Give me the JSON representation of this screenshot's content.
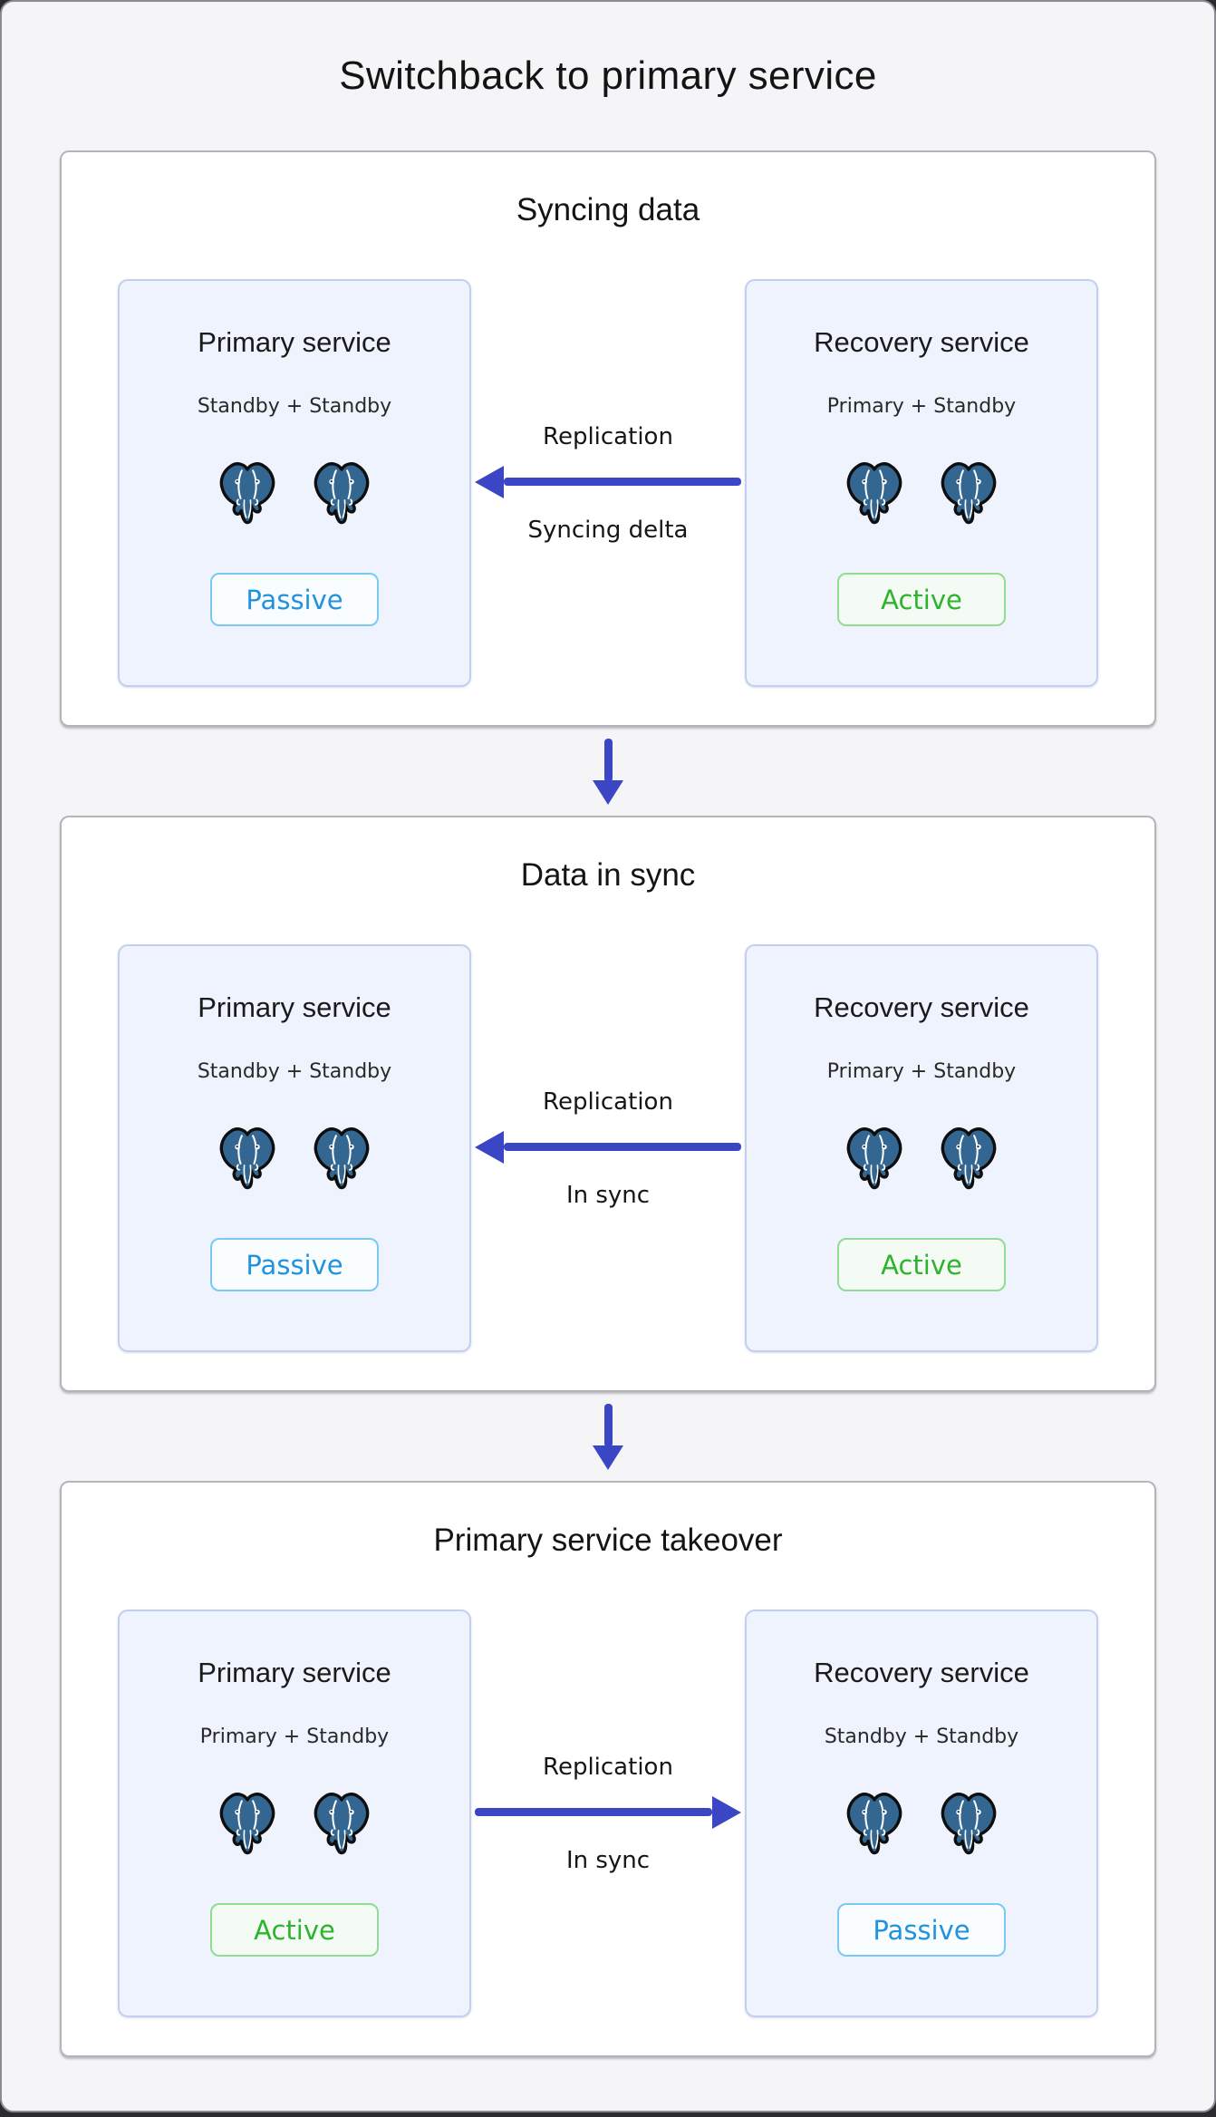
{
  "page": {
    "title": "Switchback to primary service"
  },
  "colors": {
    "page_bg": "#f5f5f7",
    "stage_bg": "#ffffff",
    "stage_border": "#b4b5ba",
    "card_bg": "#eff3fd",
    "card_border": "#c3cfef",
    "arrow": "#3a46c3",
    "passive_text": "#2193dc",
    "passive_border": "#79c9f0",
    "active_text": "#2db32d",
    "active_border": "#8fdc92",
    "elephant": "#336791",
    "ink": "#141414"
  },
  "icons": {
    "elephant": "postgresql-elephant-icon",
    "arrow_down": "flow-arrow-down-icon",
    "arrow_left": "replication-arrow-left-icon",
    "arrow_right": "replication-arrow-right-icon"
  },
  "stages": [
    {
      "title": "Syncing data",
      "left": {
        "title": "Primary service",
        "subtitle": "Standby + Standby",
        "badge": {
          "label": "Passive",
          "type": "passive"
        }
      },
      "right": {
        "title": "Recovery service",
        "subtitle": "Primary + Standby",
        "badge": {
          "label": "Active",
          "type": "active"
        }
      },
      "arrow": {
        "direction": "left",
        "label_top": "Replication",
        "label_bottom": "Syncing delta"
      }
    },
    {
      "title": "Data in sync",
      "left": {
        "title": "Primary service",
        "subtitle": "Standby + Standby",
        "badge": {
          "label": "Passive",
          "type": "passive"
        }
      },
      "right": {
        "title": "Recovery service",
        "subtitle": "Primary + Standby",
        "badge": {
          "label": "Active",
          "type": "active"
        }
      },
      "arrow": {
        "direction": "left",
        "label_top": "Replication",
        "label_bottom": "In sync"
      }
    },
    {
      "title": "Primary service takeover",
      "left": {
        "title": "Primary service",
        "subtitle": "Primary + Standby",
        "badge": {
          "label": "Active",
          "type": "active"
        }
      },
      "right": {
        "title": "Recovery service",
        "subtitle": "Standby + Standby",
        "badge": {
          "label": "Passive",
          "type": "passive"
        }
      },
      "arrow": {
        "direction": "right",
        "label_top": "Replication",
        "label_bottom": "In sync"
      }
    }
  ]
}
